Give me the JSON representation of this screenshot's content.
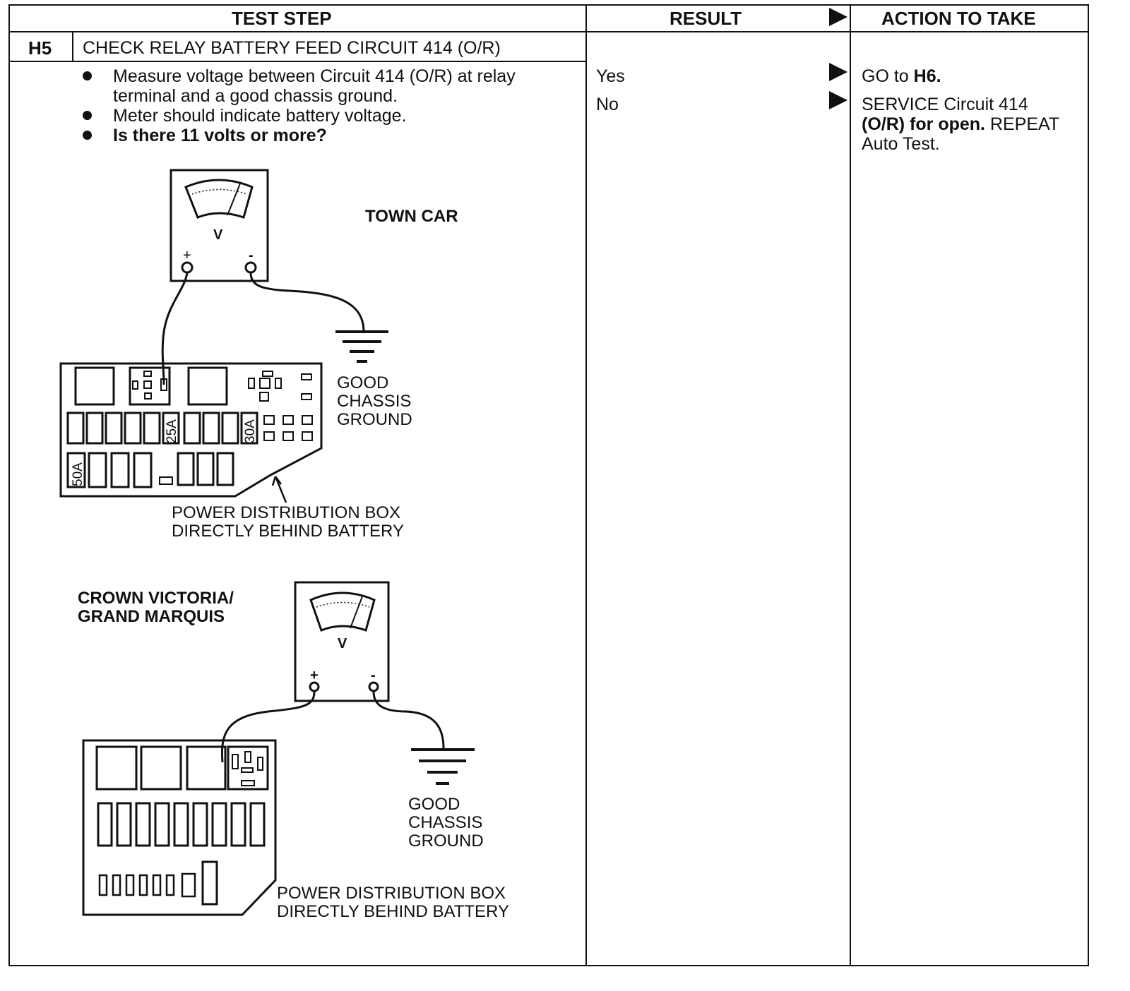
{
  "header": {
    "test_step": "TEST STEP",
    "result": "RESULT",
    "action": "ACTION TO TAKE"
  },
  "step": {
    "id": "H5",
    "title": "CHECK RELAY BATTERY FEED CIRCUIT 414 (O/R)",
    "bullets": [
      "Measure voltage between Circuit 414 (O/R) at relay",
      "terminal and a good chassis ground.",
      "Meter should indicate battery voltage.",
      "Is there 11 volts or more?"
    ]
  },
  "results": {
    "yes": "Yes",
    "no": "No"
  },
  "actions": {
    "yes_prefix": "GO to ",
    "yes_target": "H6.",
    "no_line1": "SERVICE Circuit 414",
    "no_line2_bold": "(O/R) for open.",
    "no_line2_rest": " REPEAT",
    "no_line3": "Auto Test."
  },
  "diagram_town_car": {
    "vehicle_label": "TOWN CAR",
    "meter_label": "V",
    "plus": "+",
    "minus": "-",
    "ground_label": [
      "GOOD",
      "CHASSIS",
      "GROUND"
    ],
    "box_label": [
      "POWER DISTRIBUTION BOX",
      "DIRECTLY BEHIND BATTERY"
    ],
    "fuse_labels": [
      "25A",
      "30A",
      "50A"
    ]
  },
  "diagram_crown_victoria": {
    "vehicle_label": [
      "CROWN VICTORIA/",
      "GRAND MARQUIS"
    ],
    "meter_label": "V",
    "plus": "+",
    "minus": "-",
    "ground_label": [
      "GOOD",
      "CHASSIS",
      "GROUND"
    ],
    "box_label": [
      "POWER DISTRIBUTION BOX",
      "DIRECTLY BEHIND BATTERY"
    ]
  }
}
